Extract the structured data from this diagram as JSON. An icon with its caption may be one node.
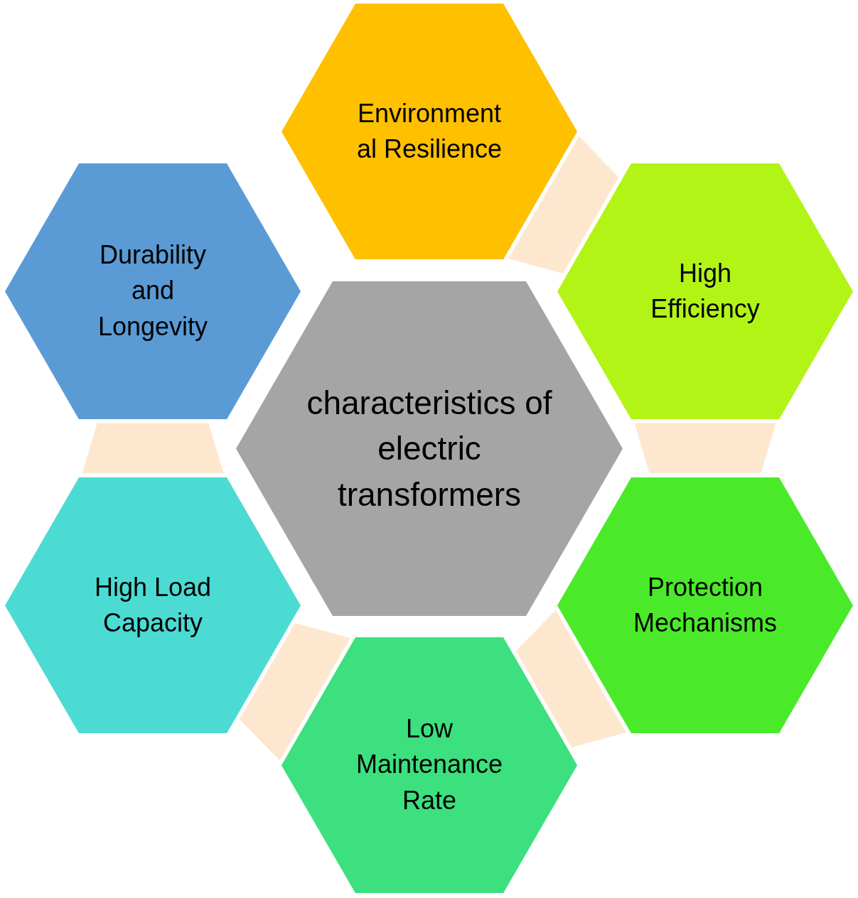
{
  "diagram": {
    "nodes": [
      {
        "text": [
          "characteristics of electric transformers"
        ]
      },
      {
        "text": [
          "Environment al Resilience"
        ]
      },
      {
        "text": [
          "High Efficiency"
        ]
      },
      {
        "text": [
          "Protection Mechanisms"
        ]
      },
      {
        "text": [
          "Low Maintenance Rate"
        ]
      },
      {
        "text": [
          "High Load Capacity"
        ]
      },
      {
        "text": [
          "Durability and Longevity"
        ]
      }
    ],
    "edges": [
      {
        "from": 1,
        "to": 2,
        "arrow": "none"
      },
      {
        "from": 2,
        "to": 3,
        "arrow": "none"
      },
      {
        "from": 3,
        "to": 4,
        "arrow": "none"
      },
      {
        "from": 4,
        "to": 5,
        "arrow": "none"
      },
      {
        "from": 5,
        "to": 6,
        "arrow": "none"
      }
    ]
  }
}
